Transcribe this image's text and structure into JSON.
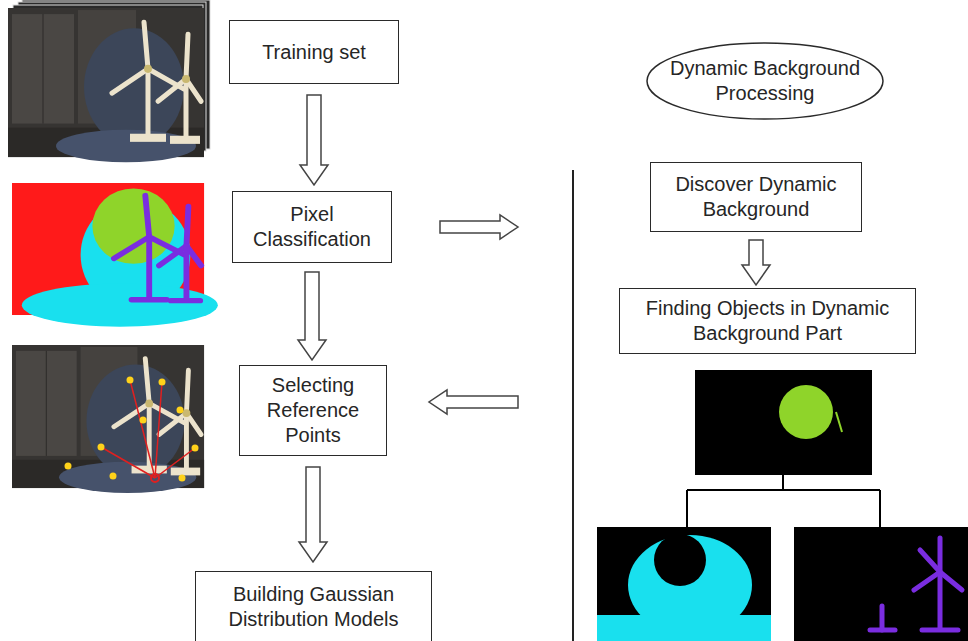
{
  "diagram": {
    "nodes": [
      {
        "text": [
          "Training set"
        ]
      },
      {
        "text": [
          "Pixel Classification"
        ]
      },
      {
        "text": [
          "Selecting Reference Points"
        ]
      },
      {
        "text": [
          "Building Gaussian Distribution Models"
        ]
      },
      {
        "text": [
          "Dynamic Background Processing"
        ]
      },
      {
        "text": [
          "Discover Dynamic Background"
        ]
      },
      {
        "text": [
          "Finding Objects in Dynamic Background Part"
        ]
      }
    ],
    "edges": [
      {
        "from": 0,
        "to": 1,
        "arrow": "to"
      },
      {
        "from": 1,
        "to": 2,
        "arrow": "to"
      },
      {
        "from": 2,
        "to": 3,
        "arrow": "to"
      },
      {
        "from": 1,
        "to": 5,
        "arrow": "to"
      },
      {
        "from": 5,
        "to": 6,
        "arrow": "to"
      },
      {
        "from": 6,
        "to": 2,
        "arrow": "to"
      }
    ]
  }
}
